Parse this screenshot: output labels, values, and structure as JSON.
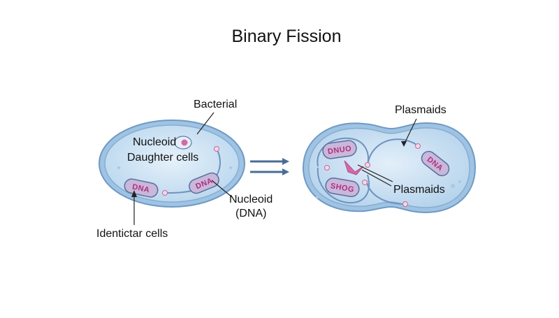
{
  "title": "Binary Fission",
  "labels": {
    "bacterial": "Bacterial",
    "nucleoid": "Nucleoid",
    "daughter_cells": "Daughter cells",
    "nucleoid_dna_line1": "Nucleoid",
    "nucleoid_dna_line2": "(DNA)",
    "identical_cells": "Identictar cells",
    "plasmaids_top": "Plasmaids",
    "plasmaids_mid": "Plasmaids"
  },
  "dna_text": {
    "left_a": "DNA",
    "left_b": "DNA",
    "right_a": "DNUO",
    "right_b": "SHOG",
    "right_c": "DNA"
  },
  "colors": {
    "membrane": "#7fa9cf",
    "cytoplasm": "#cfe3f2",
    "dna_fill": "#c9b7dc",
    "dna_stroke": "#5a6f9a",
    "dna_text": "#b0307a",
    "plasmid": "#d36aa8",
    "arrow": "#4a6e96"
  }
}
